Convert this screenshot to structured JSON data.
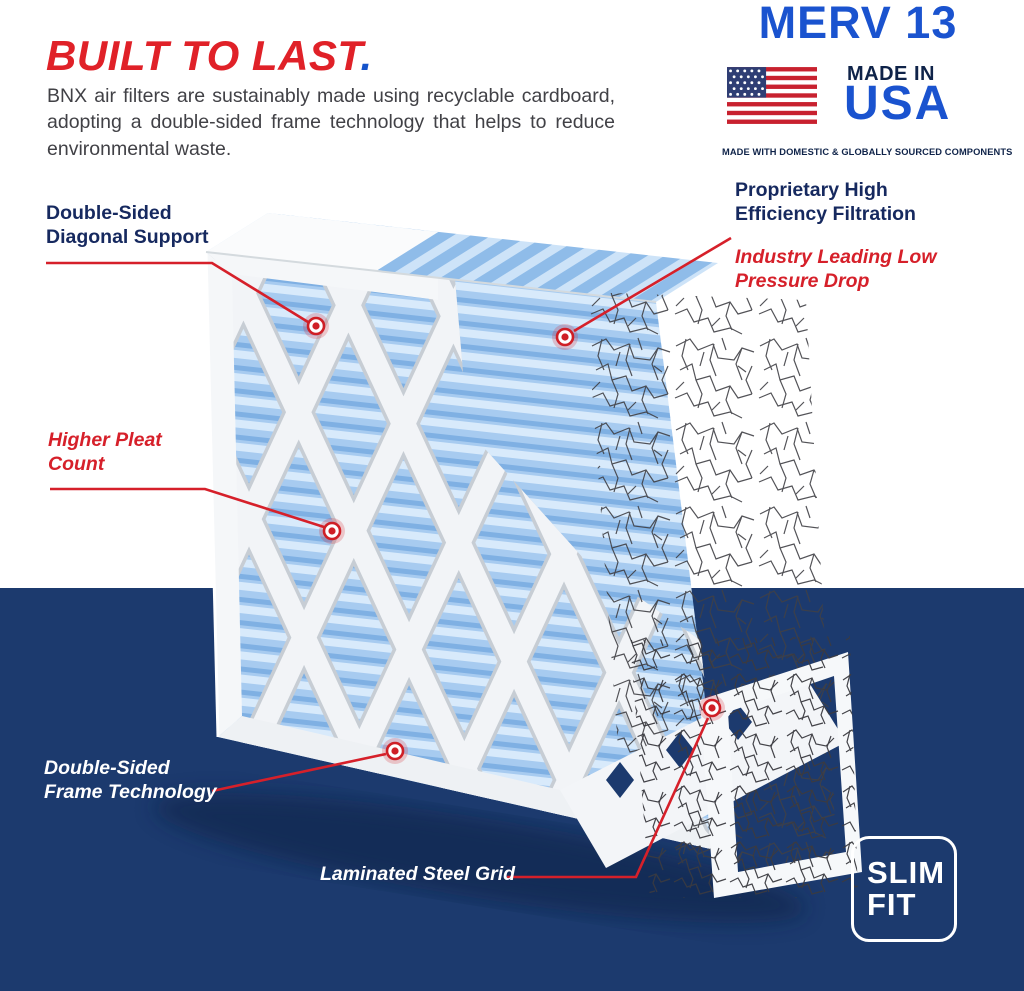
{
  "title": {
    "text": "BUILT TO LAST",
    "period": "."
  },
  "intro": "BNX air filters are sustainably made using recyclable cardboard, adopting a double-sided frame technology that helps to reduce environmental waste.",
  "certification": {
    "merv": "MERV 13",
    "made_in": "MADE IN",
    "country": "USA",
    "tagline": "MADE WITH DOMESTIC & GLOBALLY SOURCED COMPONENTS"
  },
  "callouts": {
    "diagonal_support": {
      "line1": "Double-Sided",
      "line2": "Diagonal Support"
    },
    "high_efficiency": {
      "line1": "Proprietary High",
      "line2": "Efficiency Filtration"
    },
    "pressure_drop": {
      "line1": "Industry Leading Low",
      "line2": "Pressure Drop"
    },
    "pleat_count": {
      "line1": "Higher Pleat",
      "line2": "Count"
    },
    "frame_tech": {
      "line1": "Double-Sided",
      "line2": "Frame Technology"
    },
    "steel_grid": {
      "label": "Laminated Steel Grid"
    }
  },
  "slim_fit": {
    "line1": "SLIM",
    "line2": "FIT"
  },
  "colors": {
    "accent_red": "#d6202a",
    "brand_blue": "#1a53cf",
    "navy_text": "#16295f",
    "navy_background": "#1c3a6e",
    "filter_media_blue": "#a7cbf0"
  }
}
